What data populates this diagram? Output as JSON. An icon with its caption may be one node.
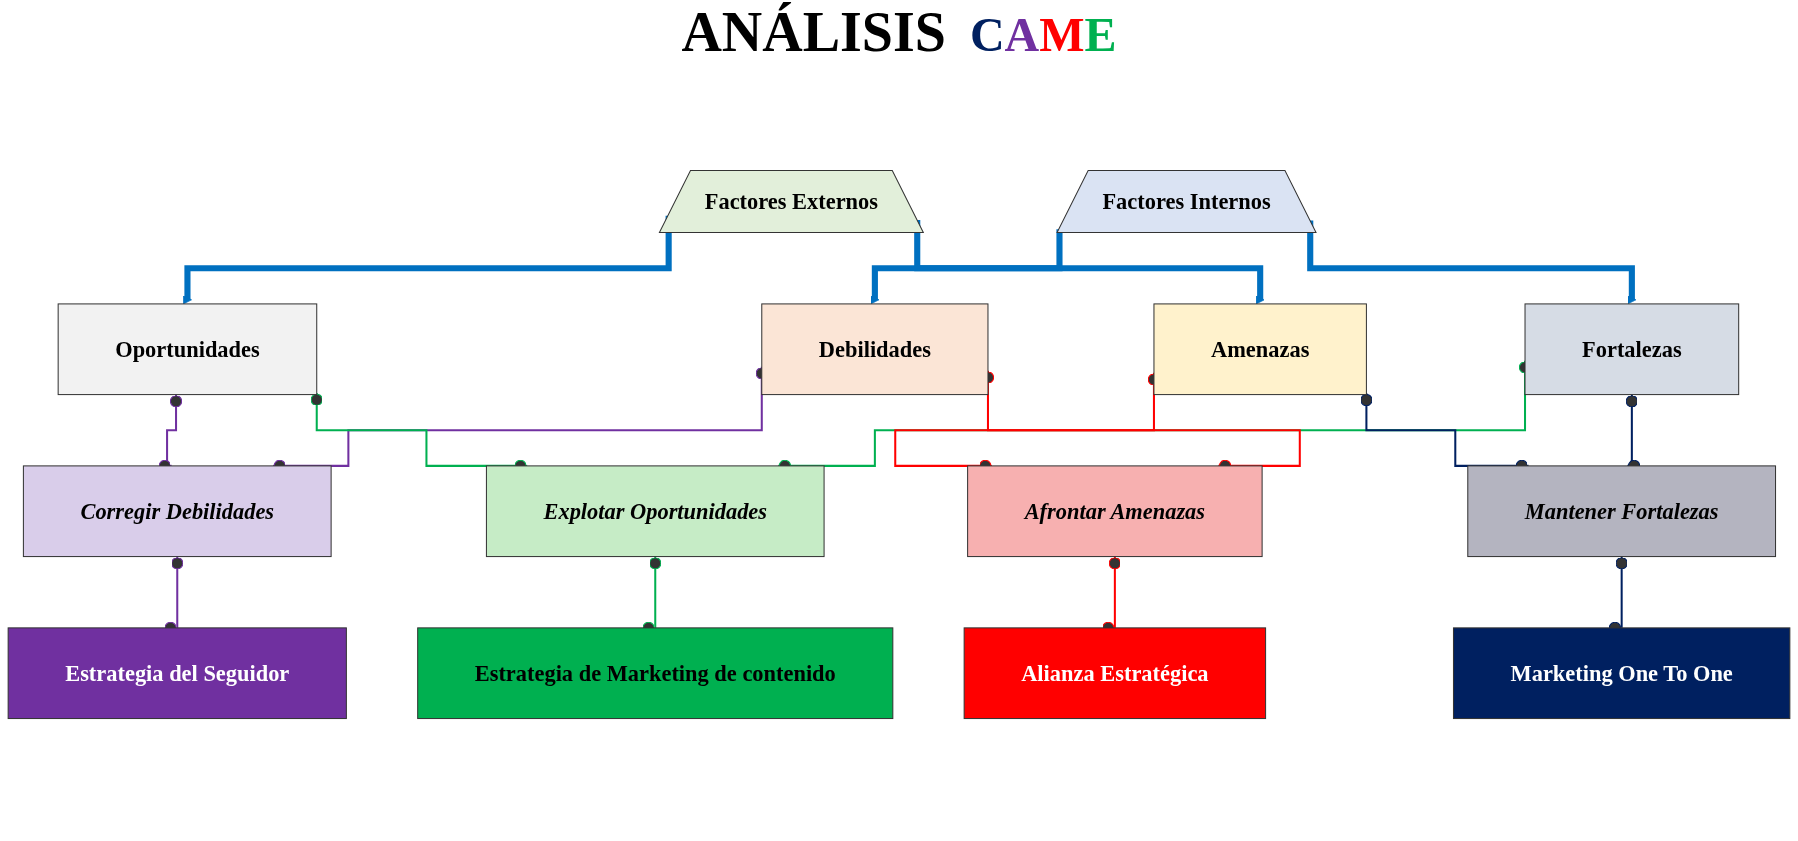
{
  "diagram": {
    "title": "ANÁLISIS",
    "nodes": [
      {
        "text": [
          "Factores Externos"
        ]
      },
      {
        "text": [
          "Factores Internos"
        ]
      },
      {
        "text": [
          "Oportunidades"
        ]
      },
      {
        "text": [
          "Amenazas"
        ]
      },
      {
        "text": [
          "Fortalezas"
        ]
      },
      {
        "text": [
          "Debilidades"
        ]
      },
      {
        "text": [
          "Corregir Debilidades"
        ]
      },
      {
        "text": [
          "Explotar Oportunidades"
        ]
      },
      {
        "text": [
          "Estrategia del Seguidor"
        ]
      },
      {
        "text": [
          "Estrategia de Marketing de contenido"
        ]
      },
      {
        "text": [
          "Alianza Estratégica"
        ]
      },
      {
        "text": [
          "Mantener Fortalezas"
        ]
      },
      {
        "text": [
          "Afrontar Amenazas"
        ]
      },
      {
        "text": [
          "Marketing One To One"
        ]
      }
    ],
    "edges": [
      {
        "from": 0,
        "to": 2,
        "arrow": "to",
        "style": "thick",
        "color": "#0070c0"
      },
      {
        "from": 0,
        "to": 3,
        "arrow": "to",
        "style": "thick",
        "color": "#0070c0"
      },
      {
        "from": 1,
        "to": 4,
        "arrow": "to",
        "style": "thick",
        "color": "#0070c0"
      },
      {
        "from": 1,
        "to": 5,
        "arrow": "to",
        "style": "thick",
        "color": "#0070c0"
      },
      {
        "from": 2,
        "to": 6,
        "arrow": "other",
        "color": "#7030a0"
      },
      {
        "from": 5,
        "to": 6,
        "arrow": "other",
        "color": "#7030a0"
      },
      {
        "from": 6,
        "to": 8,
        "arrow": "other",
        "color": "#7030a0"
      },
      {
        "from": 2,
        "to": 7,
        "arrow": "other",
        "color": "#00b050"
      },
      {
        "from": 4,
        "to": 7,
        "arrow": "other",
        "color": "#00b050"
      },
      {
        "from": 7,
        "to": 9,
        "arrow": "other",
        "color": "#00b050"
      },
      {
        "from": 3,
        "to": 12,
        "arrow": "other",
        "color": "#ff0000"
      },
      {
        "from": 5,
        "to": 12,
        "arrow": "other",
        "color": "#ff0000"
      },
      {
        "from": 12,
        "to": 10,
        "arrow": "other",
        "color": "#ff0000"
      },
      {
        "from": 3,
        "to": 11,
        "arrow": "other",
        "color": "#002060"
      },
      {
        "from": 4,
        "to": 11,
        "arrow": "other",
        "color": "#002060"
      },
      {
        "from": 11,
        "to": 13,
        "arrow": "other",
        "color": "#002060"
      }
    ],
    "labels": [
      "CAME"
    ]
  }
}
